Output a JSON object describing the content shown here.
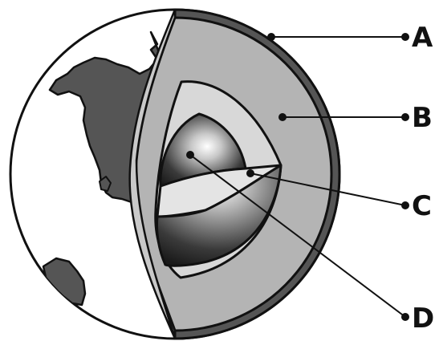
{
  "labels": {
    "a": "A",
    "b": "B",
    "c": "C",
    "d": "D"
  },
  "colors": {
    "outline": "#111111",
    "crust": "#555555",
    "mantle": "#b4b4b4",
    "outer_core": "#d8d8d8",
    "continent": "#555555",
    "inner_core_dark": "#2a2a2a",
    "inner_core_light": "#ffffff",
    "background": "#ffffff"
  }
}
